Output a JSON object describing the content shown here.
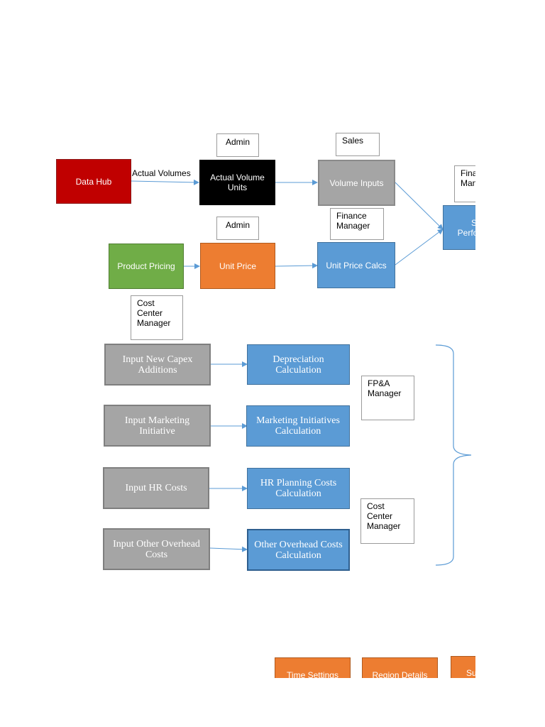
{
  "diagram": {
    "nodes": {
      "data_hub": "Data Hub",
      "actual_volume_units": "Actual Volume Units",
      "volume_inputs": "Volume Inputs",
      "sales_performance": "Sales Performance",
      "product_pricing": "Product Pricing",
      "unit_price": "Unit Price",
      "unit_price_calcs": "Unit Price Calcs",
      "input_new_capex": "Input New Capex Additions",
      "depreciation_calc": "Depreciation Calculation",
      "input_marketing": "Input Marketing Initiative",
      "marketing_calc": "Marketing Initiatives Calculation",
      "input_hr": "Input HR Costs",
      "hr_calc": "HR Planning Costs Calculation",
      "input_overhead": "Input Other Overhead Costs",
      "overhead_calc": "Other Overhead Costs Calculation",
      "time_settings": "Time Settings",
      "region_details": "Region Details",
      "su_partial": "Su"
    },
    "edge_labels": {
      "actual_volumes": "Actual Volumes"
    },
    "role_notes": {
      "admin_top": "Admin",
      "sales": "Sales",
      "finance_manager_top": "Finance Manager",
      "admin_mid": "Admin",
      "finance_manager_mid": "Finance\nManager",
      "cost_center_manager_top": "Cost\nCenter\nManager",
      "fpa_manager": "FP&A\nManager",
      "cost_center_manager_bottom": "Cost\nCenter\nManager"
    },
    "colors": {
      "red": "#c00000",
      "black": "#000000",
      "gray": "#a5a5a5",
      "green": "#70ad47",
      "orange": "#ed7d31",
      "blue": "#5b9bd5",
      "connector": "#5b9bd5"
    }
  }
}
